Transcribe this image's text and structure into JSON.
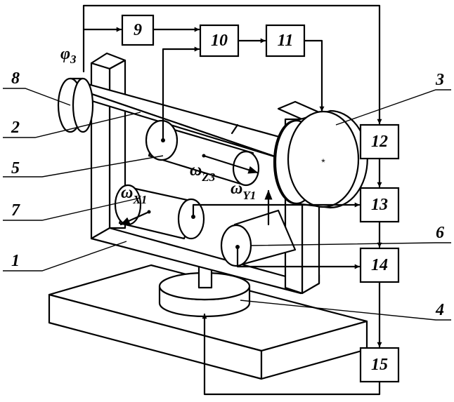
{
  "blocks": [
    {
      "id": "b9",
      "label": "9"
    },
    {
      "id": "b10",
      "label": "10"
    },
    {
      "id": "b11",
      "label": "11"
    },
    {
      "id": "b12",
      "label": "12"
    },
    {
      "id": "b13",
      "label": "13"
    },
    {
      "id": "b14",
      "label": "14"
    },
    {
      "id": "b15",
      "label": "15"
    }
  ],
  "parts": [
    {
      "id": "p1",
      "label": "1"
    },
    {
      "id": "p2",
      "label": "2"
    },
    {
      "id": "p3",
      "label": "3"
    },
    {
      "id": "p4",
      "label": "4"
    },
    {
      "id": "p5",
      "label": "5"
    },
    {
      "id": "p6",
      "label": "6"
    },
    {
      "id": "p7",
      "label": "7"
    },
    {
      "id": "p8",
      "label": "8"
    }
  ],
  "symbols": {
    "phi3": {
      "main": "φ",
      "sub": "3"
    },
    "omega_z3": {
      "main": "ω",
      "sub": "Z3"
    },
    "omega_y1": {
      "main": "ω",
      "sub": "Y1"
    },
    "omega_x1": {
      "main": "ω",
      "sub": "X1"
    }
  }
}
